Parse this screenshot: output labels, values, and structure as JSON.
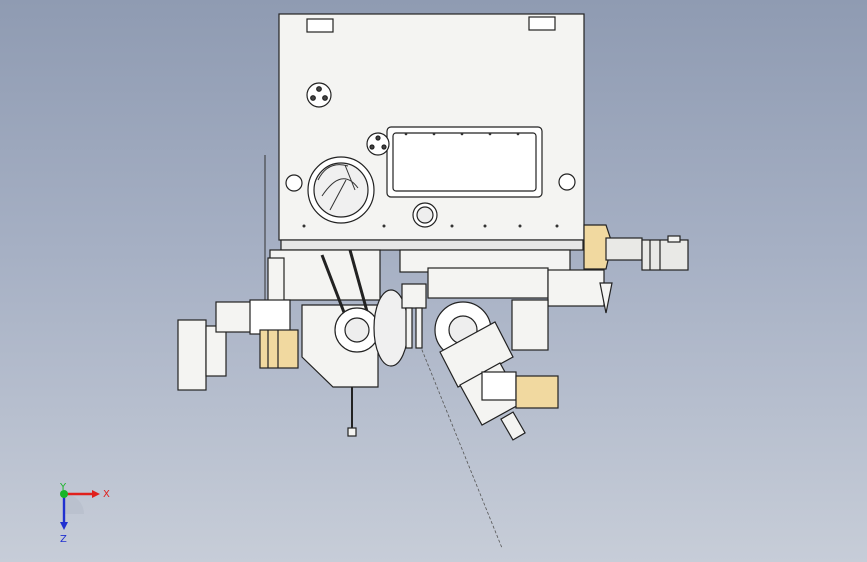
{
  "view": {
    "type": "cad-3d-viewport",
    "background_top": "#8f9bb2",
    "background_bottom": "#c7cdd8"
  },
  "triad": {
    "x_label": "X",
    "y_label": "Y",
    "z_label": "Z",
    "x_color": "#e0201c",
    "y_color": "#18b428",
    "z_color": "#2030d0"
  },
  "colors": {
    "line": "#222222",
    "part_fill": "#f4f4f2",
    "shade_fill": "#d8d8d8",
    "motor_yellow": "#f1d9a0",
    "motor_body": "#e9e9e6"
  },
  "icons": [
    "coordinate-triad-icon"
  ]
}
